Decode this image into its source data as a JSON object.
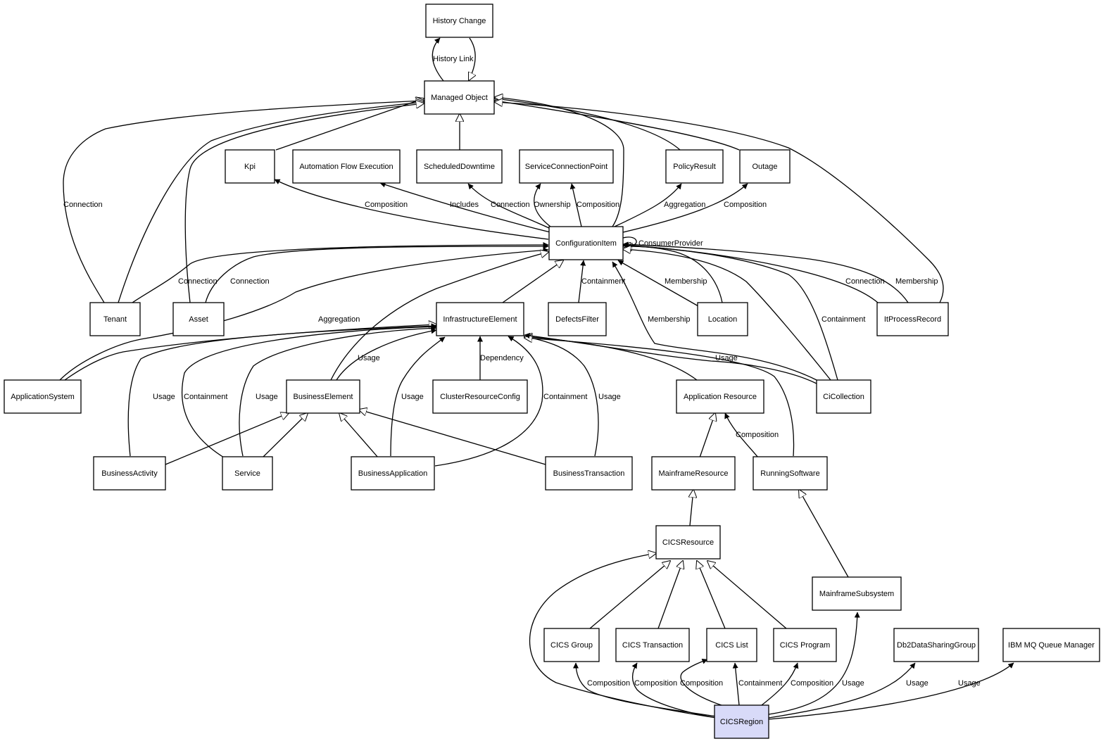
{
  "colors": {
    "stroke": "#000000",
    "node_fill": "#ffffff",
    "highlight_fill": "#d8daf8"
  },
  "nodes": {
    "history_change": "History Change",
    "managed_object": "Managed Object",
    "kpi": "Kpi",
    "automation_flow_execution": "Automation Flow Execution",
    "scheduled_downtime": "ScheduledDowntime",
    "service_connection_point": "ServiceConnectionPoint",
    "policy_result": "PolicyResult",
    "outage": "Outage",
    "configuration_item": "ConfigurationItem",
    "tenant": "Tenant",
    "asset": "Asset",
    "infrastructure_element": "InfrastructureElement",
    "defects_filter": "DefectsFilter",
    "location": "Location",
    "it_process_record": "ItProcessRecord",
    "application_system": "ApplicationSystem",
    "business_element": "BusinessElement",
    "cluster_resource_config": "ClusterResourceConfig",
    "application_resource": "Application Resource",
    "ci_collection": "CiCollection",
    "business_activity": "BusinessActivity",
    "service": "Service",
    "business_application": "BusinessApplication",
    "business_transaction": "BusinessTransaction",
    "mainframe_resource": "MainframeResource",
    "running_software": "RunningSoftware",
    "cics_resource": "CICSResource",
    "mainframe_subsystem": "MainframeSubsystem",
    "cics_group": "CICS Group",
    "cics_transaction": "CICS Transaction",
    "cics_list": "CICS List",
    "cics_program": "CICS Program",
    "db2_data_sharing_group": "Db2DataSharingGroup",
    "ibm_mq_queue_manager": "IBM MQ Queue Manager",
    "cics_region": "CICSRegion"
  },
  "edge_labels": {
    "history_link": "History Link",
    "connection": "Connection",
    "composition": "Composition",
    "includes": "Includes",
    "ownership": "Ownership",
    "aggregation": "Aggregation",
    "consumer_provider": "ConsumerProvider",
    "membership": "Membership",
    "containment": "Containment",
    "usage": "Usage",
    "dependency": "Dependency"
  }
}
